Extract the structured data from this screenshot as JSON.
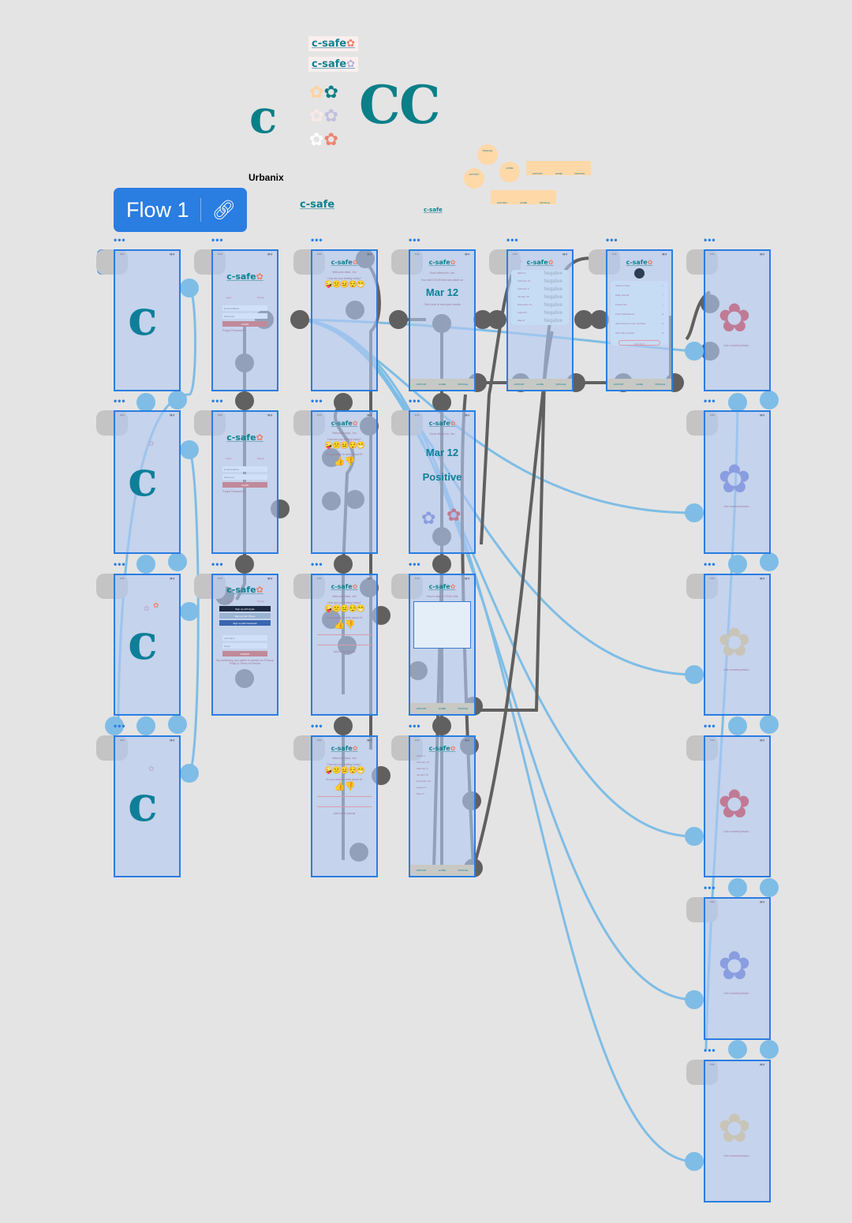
{
  "canvas": {
    "flow_label": "Flow 1",
    "font_label": "Urbanix",
    "brand": "c-safe",
    "nav": {
      "history": "HISTORY",
      "home": "HOME",
      "profile": "PROFILE"
    }
  },
  "login": {
    "login_tab": "Login",
    "signup_tab": "Signup",
    "email": "Email Address",
    "password": "Password",
    "button": "LOGIN",
    "forgot": "Forgot Password?"
  },
  "signup": {
    "apple": "Sign up with Apple",
    "phone": "Sign up with Phone",
    "facebook": "Sign up with Facebook",
    "full_name": "Full Name",
    "email": "Email",
    "button": "SIGNUP",
    "terms": "By continuing, you agree to accept our Privacy Policy & Terms of Service"
  },
  "home": {
    "welcome": "Welcome back, Jen",
    "feeling": "How are you feeling today?",
    "write": "Do you want to write about it?",
    "emojis": "🤪😕😐😌😁",
    "thumbs": "👍👎",
    "add": "Add to the journal"
  },
  "results": {
    "greeting": "Good afternoon, Jen",
    "last_test": "Your last COVID test was taken on",
    "date": "Mar 12",
    "click": "Click here to view your results",
    "result": "Positive",
    "howto": "How to take a COVID test"
  },
  "history": {
    "items": [
      {
        "date": "March 2",
        "result": "Negative"
      },
      {
        "date": "February 21",
        "result": "Negative"
      },
      {
        "date": "February 9",
        "result": "Negative"
      },
      {
        "date": "January 15",
        "result": "Negative"
      },
      {
        "date": "November 13",
        "result": "Negative"
      },
      {
        "date": "August 8",
        "result": "Negative"
      },
      {
        "date": "May 27",
        "result": "Negative"
      }
    ]
  },
  "profile": {
    "items": [
      "Vaccine Card",
      "Daily Journal",
      "Preference",
      "Push Notifications",
      "Allow Access to My Contacts",
      "Allow My Location"
    ],
    "logout": "LOG OUT"
  },
  "loading": {
    "text": "One moment please..."
  },
  "colors": {
    "accent": "#2a7de1",
    "teal": "#0d8290",
    "pink": "#c07a95",
    "purple": "#8a9de0",
    "gray": "#c8c4b8",
    "wire_blue": "#7fbde6",
    "wire_gray": "#606060"
  }
}
